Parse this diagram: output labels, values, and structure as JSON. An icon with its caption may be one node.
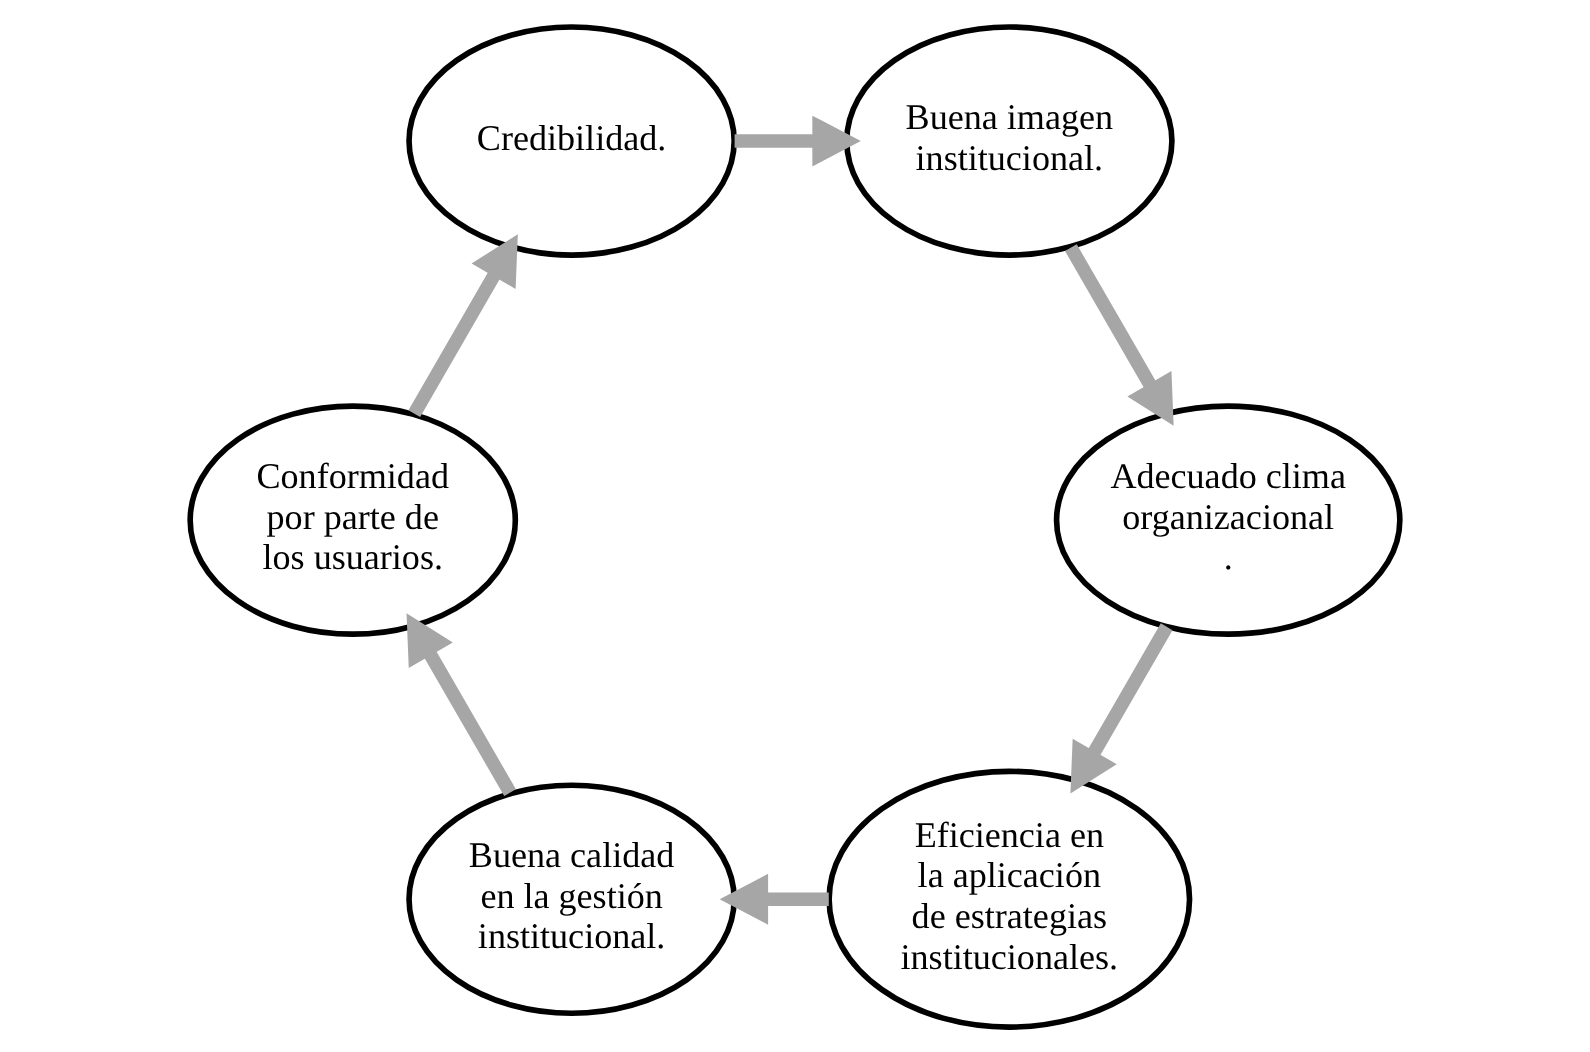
{
  "diagram": {
    "nodes": [
      {
        "text": [
          "Eficiencia en la aplicación de estrategias institucionales."
        ]
      },
      {
        "text": [
          "Buena calidad en la gestión institucional."
        ]
      },
      {
        "text": [
          "Conformidad por parte de los usuarios."
        ]
      },
      {
        "text": [
          "Credibilidad."
        ]
      },
      {
        "text": [
          "Buena imagen institucional."
        ]
      },
      {
        "text": [
          "Adecuado clima organizacional ."
        ]
      }
    ],
    "edges": [
      {
        "from": 0,
        "to": 1,
        "arrow": "to"
      },
      {
        "from": 1,
        "to": 2,
        "arrow": "to"
      },
      {
        "from": 2,
        "to": 3,
        "arrow": "to"
      },
      {
        "from": 3,
        "to": 4,
        "arrow": "to"
      },
      {
        "from": 4,
        "to": 5,
        "arrow": "to"
      },
      {
        "from": 5,
        "to": 0,
        "arrow": "to"
      }
    ]
  }
}
